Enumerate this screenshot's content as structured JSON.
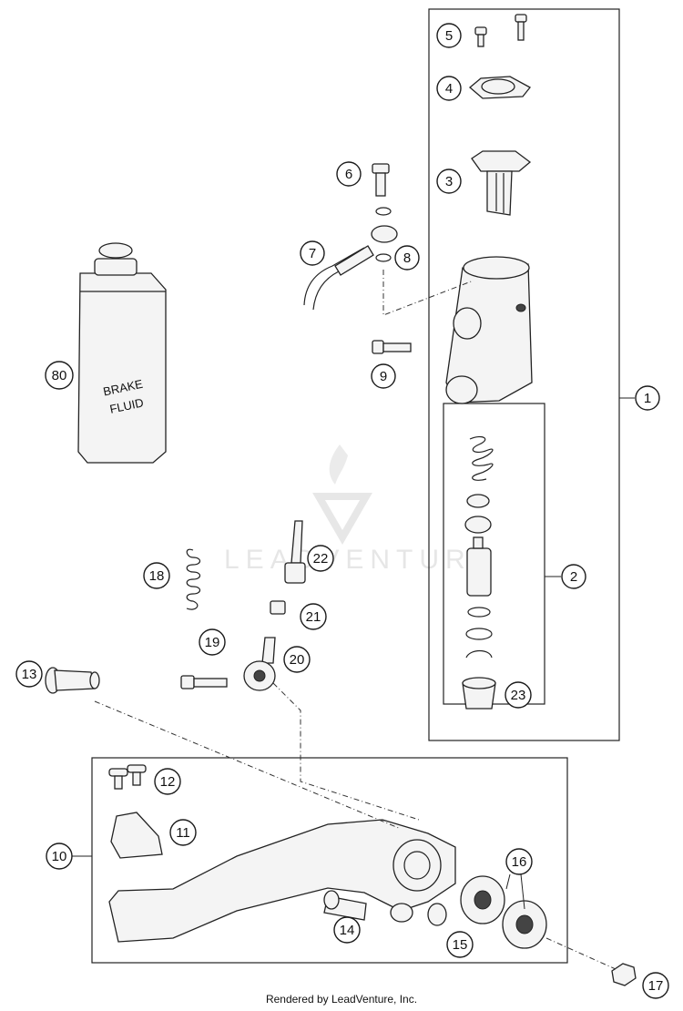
{
  "diagram": {
    "callouts": [
      "1",
      "2",
      "3",
      "4",
      "5",
      "6",
      "7",
      "8",
      "9",
      "10",
      "11",
      "12",
      "13",
      "14",
      "15",
      "16",
      "17",
      "18",
      "19",
      "20",
      "21",
      "22",
      "23",
      "80"
    ],
    "bottle_label_line1": "BRAKE",
    "bottle_label_line2": "FLUID",
    "watermark": "LEADVENTURE"
  },
  "footer": {
    "text": "Rendered by LeadVenture, Inc."
  }
}
